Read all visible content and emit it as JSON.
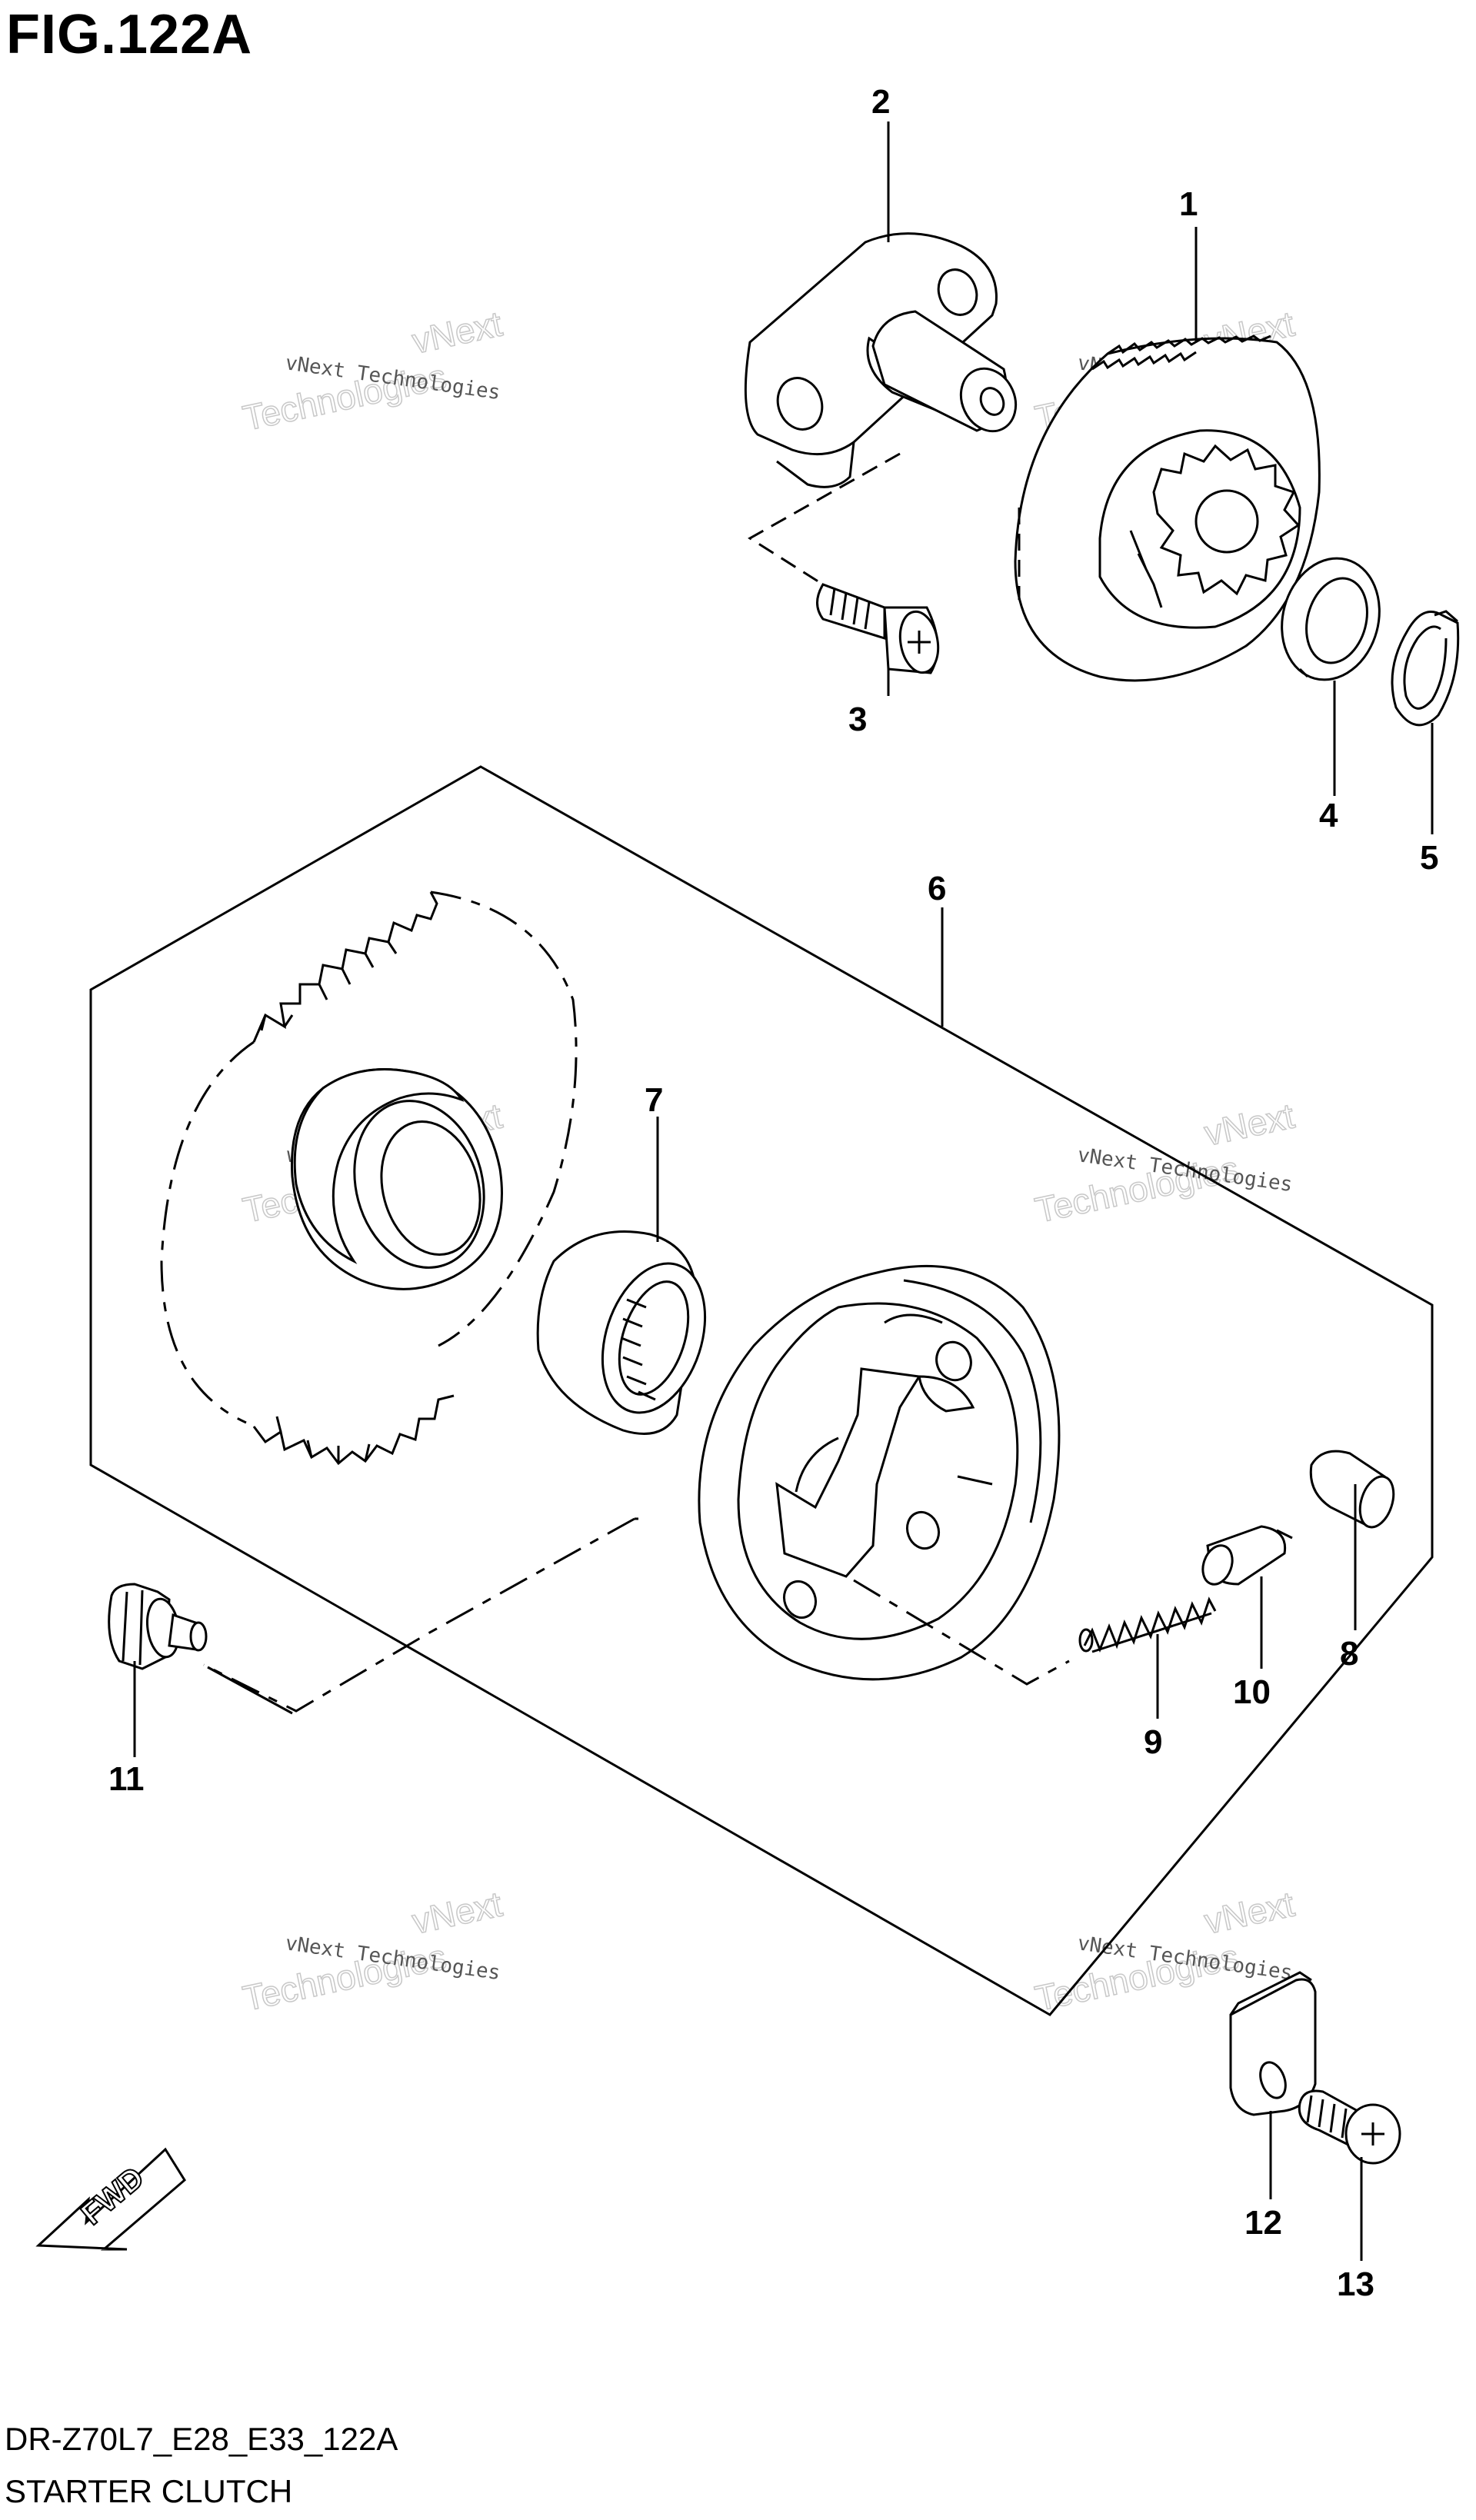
{
  "figure": {
    "title": "FIG.122A",
    "code": "DR-Z70L7_E28_E33_122A",
    "caption": "STARTER CLUTCH"
  },
  "callouts": [
    {
      "ref": "1"
    },
    {
      "ref": "2"
    },
    {
      "ref": "3"
    },
    {
      "ref": "4"
    },
    {
      "ref": "5"
    },
    {
      "ref": "6"
    },
    {
      "ref": "7"
    },
    {
      "ref": "8"
    },
    {
      "ref": "9"
    },
    {
      "ref": "10"
    },
    {
      "ref": "11"
    },
    {
      "ref": "12"
    },
    {
      "ref": "13"
    }
  ],
  "direction_arrow": {
    "label": "FWD",
    "icon": "fwd-arrow-icon"
  },
  "watermark": {
    "line1": "vNext Technologies",
    "line2": "vNext",
    "line3": "Technologies"
  }
}
